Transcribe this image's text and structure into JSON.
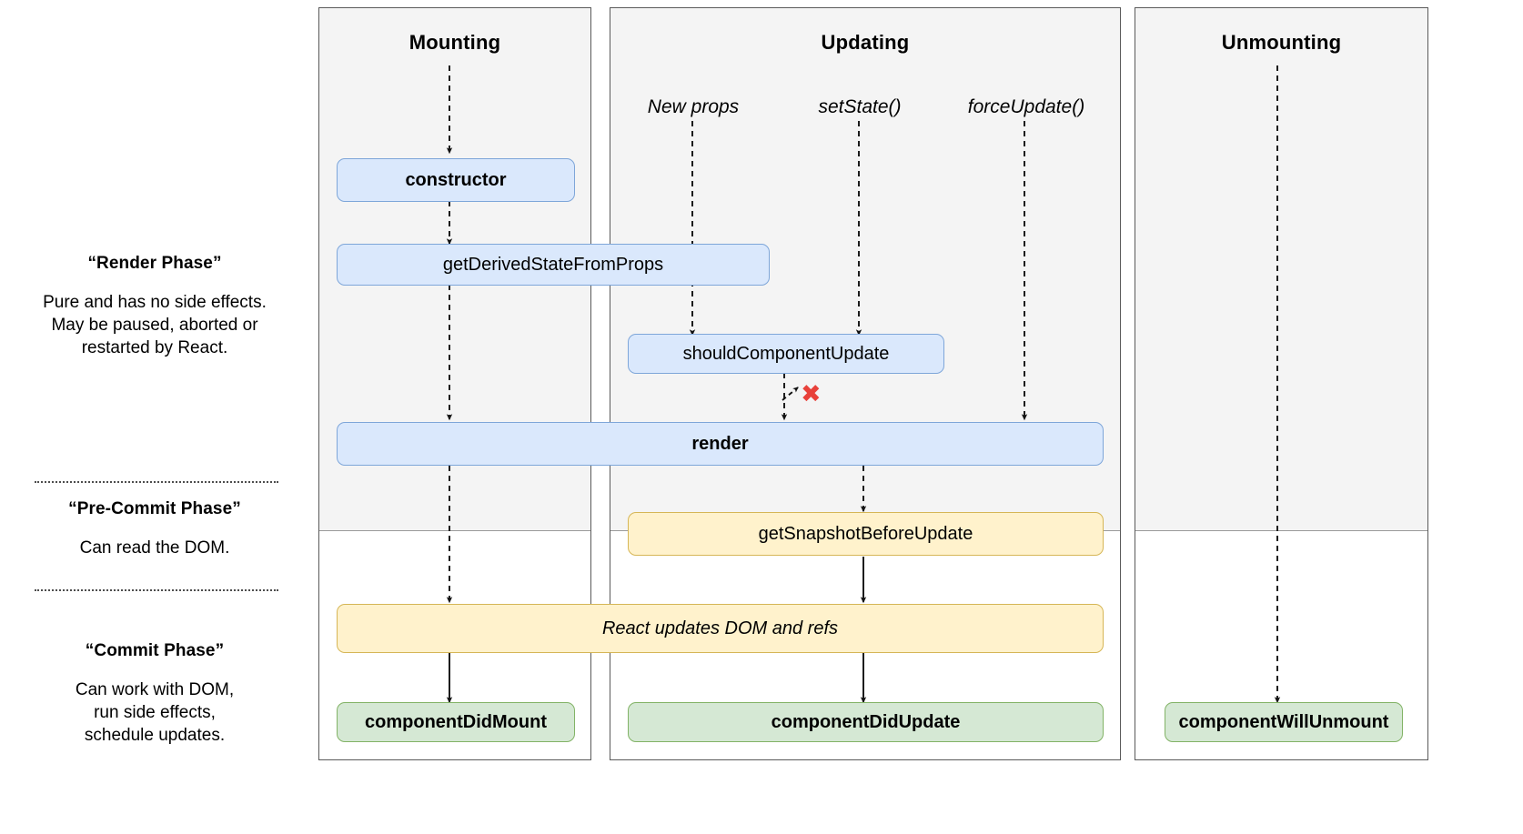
{
  "legend": {
    "phases": [
      {
        "id": "render",
        "title": "“Render Phase”",
        "description": "Pure and has no side effects.\nMay be paused, aborted or\nrestarted by React."
      },
      {
        "id": "pre-commit",
        "title": "“Pre-Commit Phase”",
        "description": "Can read the DOM."
      },
      {
        "id": "commit",
        "title": "“Commit Phase”",
        "description": "Can work with DOM,\nrun side effects,\nschedule updates."
      }
    ]
  },
  "columns": [
    {
      "id": "mounting",
      "title": "Mounting"
    },
    {
      "id": "updating",
      "title": "Updating"
    },
    {
      "id": "unmounting",
      "title": "Unmounting"
    }
  ],
  "triggers": [
    {
      "id": "new-props",
      "label": "New props"
    },
    {
      "id": "set-state",
      "label": "setState()"
    },
    {
      "id": "force-update",
      "label": "forceUpdate()"
    }
  ],
  "nodes": [
    {
      "id": "constructor",
      "label": "constructor",
      "color": "blue",
      "phase": "render",
      "column": "mounting"
    },
    {
      "id": "get-derived-state",
      "label": "getDerivedStateFromProps",
      "color": "blue",
      "phase": "render",
      "column": "mounting"
    },
    {
      "id": "should-component-update",
      "label": "shouldComponentUpdate",
      "color": "blue",
      "phase": "render",
      "column": "updating"
    },
    {
      "id": "render",
      "label": "render",
      "color": "blue",
      "phase": "render",
      "column": "mounting,updating"
    },
    {
      "id": "get-snapshot-before-update",
      "label": "getSnapshotBeforeUpdate",
      "color": "yellow",
      "phase": "pre-commit",
      "column": "updating"
    },
    {
      "id": "react-updates-dom",
      "label": "React updates DOM and refs",
      "color": "yellow",
      "phase": "commit",
      "column": "mounting,updating"
    },
    {
      "id": "component-did-mount",
      "label": "componentDidMount",
      "color": "green",
      "phase": "commit",
      "column": "mounting"
    },
    {
      "id": "component-did-update",
      "label": "componentDidUpdate",
      "color": "green",
      "phase": "commit",
      "column": "updating"
    },
    {
      "id": "component-will-unmount",
      "label": "componentWillUnmount",
      "color": "green",
      "phase": "commit",
      "column": "unmounting"
    }
  ],
  "annotations": [
    {
      "id": "bail-out",
      "symbol": "✖",
      "color": "#e8413a",
      "meaning": "shouldComponentUpdate returned false — skip render"
    }
  ],
  "colors": {
    "render_band": "#f4f4f4",
    "blue_fill": "#dae8fc",
    "blue_stroke": "#7ea6d9",
    "yellow_fill": "#fff2cc",
    "yellow_stroke": "#d6b656",
    "green_fill": "#d5e8d4",
    "green_stroke": "#82b366",
    "column_stroke": "#5a5a5a",
    "x_mark": "#e8413a"
  }
}
